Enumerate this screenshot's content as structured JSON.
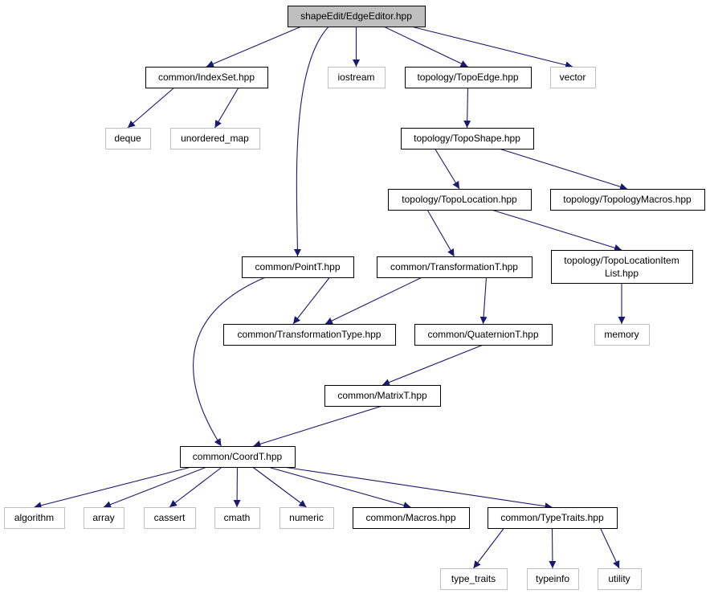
{
  "colors": {
    "edge": "#191970",
    "root_fill": "#bfbfbf",
    "internal_border": "#000000",
    "external_border": "#bfbfbf",
    "text": "#000000"
  },
  "nodes": {
    "root": {
      "label": "shapeEdit/EdgeEditor.hpp",
      "kind": "root"
    },
    "indexset": {
      "label": "common/IndexSet.hpp",
      "kind": "internal"
    },
    "iostream": {
      "label": "iostream",
      "kind": "external"
    },
    "topoedge": {
      "label": "topology/TopoEdge.hpp",
      "kind": "internal"
    },
    "vector": {
      "label": "vector",
      "kind": "external"
    },
    "deque": {
      "label": "deque",
      "kind": "external"
    },
    "unordered_map": {
      "label": "unordered_map",
      "kind": "external"
    },
    "toposhape": {
      "label": "topology/TopoShape.hpp",
      "kind": "internal"
    },
    "topolocation": {
      "label": "topology/TopoLocation.hpp",
      "kind": "internal"
    },
    "topologymacros": {
      "label": "topology/TopologyMacros.hpp",
      "kind": "internal"
    },
    "pointt": {
      "label": "common/PointT.hpp",
      "kind": "internal"
    },
    "transformationt": {
      "label": "common/TransformationT.hpp",
      "kind": "internal"
    },
    "topolocationitemlist": {
      "label": "topology/TopoLocationItem",
      "label2": "List.hpp",
      "kind": "internal"
    },
    "transformationtype": {
      "label": "common/TransformationType.hpp",
      "kind": "internal"
    },
    "quaterniont": {
      "label": "common/QuaternionT.hpp",
      "kind": "internal"
    },
    "memory": {
      "label": "memory",
      "kind": "external"
    },
    "matrixt": {
      "label": "common/MatrixT.hpp",
      "kind": "internal"
    },
    "coordt": {
      "label": "common/CoordT.hpp",
      "kind": "internal"
    },
    "algorithm": {
      "label": "algorithm",
      "kind": "external"
    },
    "array": {
      "label": "array",
      "kind": "external"
    },
    "cassert": {
      "label": "cassert",
      "kind": "external"
    },
    "cmath": {
      "label": "cmath",
      "kind": "external"
    },
    "numeric": {
      "label": "numeric",
      "kind": "external"
    },
    "macros": {
      "label": "common/Macros.hpp",
      "kind": "internal"
    },
    "typetraits": {
      "label": "common/TypeTraits.hpp",
      "kind": "internal"
    },
    "type_traits": {
      "label": "type_traits",
      "kind": "external"
    },
    "typeinfo": {
      "label": "typeinfo",
      "kind": "external"
    },
    "utility": {
      "label": "utility",
      "kind": "external"
    }
  },
  "edges": [
    [
      "root",
      "indexset"
    ],
    [
      "root",
      "pointt"
    ],
    [
      "root",
      "iostream"
    ],
    [
      "root",
      "topoedge"
    ],
    [
      "root",
      "vector"
    ],
    [
      "indexset",
      "deque"
    ],
    [
      "indexset",
      "unordered_map"
    ],
    [
      "topoedge",
      "toposhape"
    ],
    [
      "toposhape",
      "topolocation"
    ],
    [
      "toposhape",
      "topologymacros"
    ],
    [
      "topolocation",
      "transformationt"
    ],
    [
      "topolocation",
      "topolocationitemlist"
    ],
    [
      "pointt",
      "transformationtype"
    ],
    [
      "pointt",
      "coordt"
    ],
    [
      "transformationt",
      "transformationtype"
    ],
    [
      "transformationt",
      "quaterniont"
    ],
    [
      "topolocationitemlist",
      "memory"
    ],
    [
      "quaterniont",
      "matrixt"
    ],
    [
      "matrixt",
      "coordt"
    ],
    [
      "coordt",
      "algorithm"
    ],
    [
      "coordt",
      "array"
    ],
    [
      "coordt",
      "cassert"
    ],
    [
      "coordt",
      "cmath"
    ],
    [
      "coordt",
      "numeric"
    ],
    [
      "coordt",
      "macros"
    ],
    [
      "coordt",
      "typetraits"
    ],
    [
      "typetraits",
      "type_traits"
    ],
    [
      "typetraits",
      "typeinfo"
    ],
    [
      "typetraits",
      "utility"
    ]
  ]
}
